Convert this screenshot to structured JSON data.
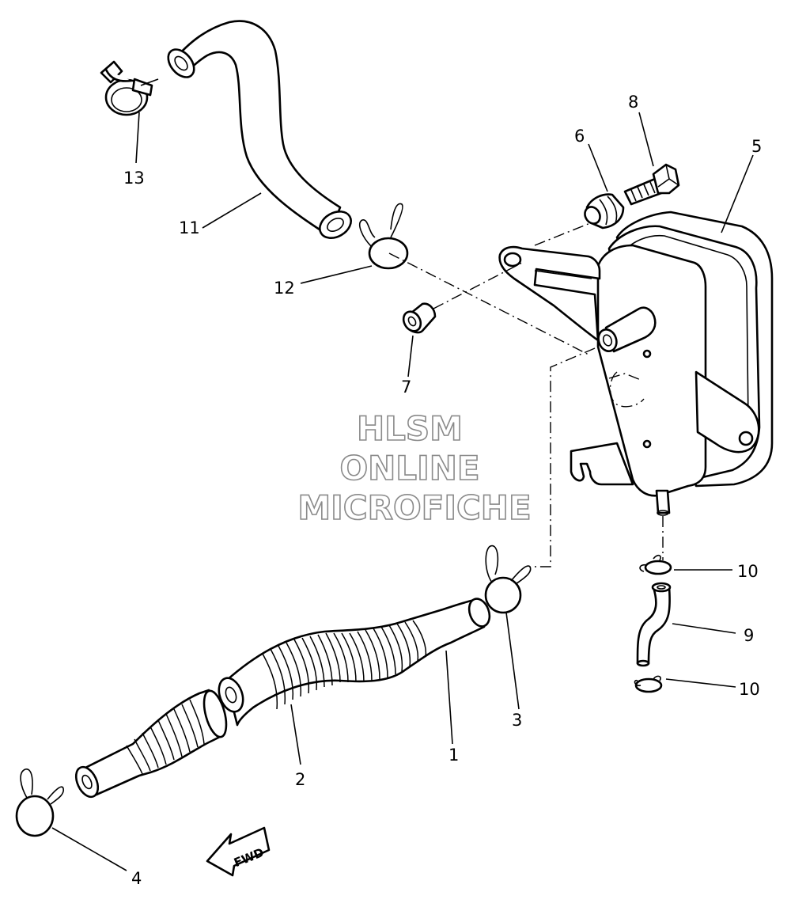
{
  "watermark": {
    "line1": "HLSM",
    "line2": "ONLINE",
    "line3": "MICROFICHE"
  },
  "direction_marker": "FWD",
  "callouts": [
    {
      "id": "c1",
      "label": "1"
    },
    {
      "id": "c2",
      "label": "2"
    },
    {
      "id": "c3",
      "label": "3"
    },
    {
      "id": "c4",
      "label": "4"
    },
    {
      "id": "c5",
      "label": "5"
    },
    {
      "id": "c6",
      "label": "6"
    },
    {
      "id": "c7",
      "label": "7"
    },
    {
      "id": "c8",
      "label": "8"
    },
    {
      "id": "c9",
      "label": "9"
    },
    {
      "id": "c10a",
      "label": "10"
    },
    {
      "id": "c10b",
      "label": "10"
    },
    {
      "id": "c11",
      "label": "11"
    },
    {
      "id": "c12",
      "label": "12"
    },
    {
      "id": "c13",
      "label": "13"
    }
  ]
}
